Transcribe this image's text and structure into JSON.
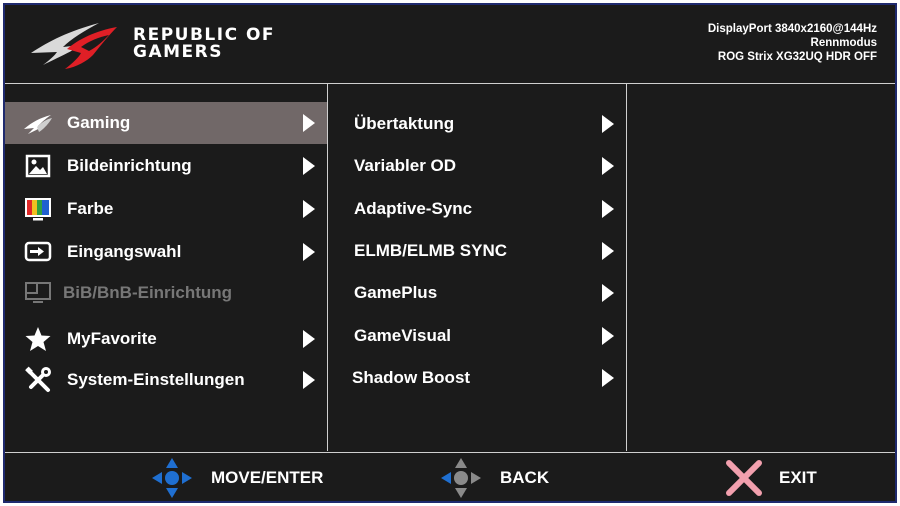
{
  "header": {
    "brand_line1": "REPUBLIC OF",
    "brand_line2": "GAMERS",
    "status_line1": "DisplayPort 3840x2160@144Hz",
    "status_line2": "Rennmodus",
    "status_line3": "ROG Strix XG32UQ HDR OFF"
  },
  "main_menu": [
    {
      "label": "Gaming",
      "icon": "rog-eye-icon",
      "selected": true
    },
    {
      "label": "Bildeinrichtung",
      "icon": "image-icon"
    },
    {
      "label": "Farbe",
      "icon": "color-bars-icon"
    },
    {
      "label": "Eingangswahl",
      "icon": "input-icon"
    },
    {
      "label": "BiB/BnB-Einrichtung",
      "icon": "pip-icon",
      "disabled": true
    },
    {
      "label": "MyFavorite",
      "icon": "star-icon"
    },
    {
      "label": "System-Einstellungen",
      "icon": "tools-icon"
    }
  ],
  "sub_menu": [
    {
      "label": "Übertaktung"
    },
    {
      "label": "Variabler OD"
    },
    {
      "label": "Adaptive-Sync"
    },
    {
      "label": "ELMB/ELMB SYNC"
    },
    {
      "label": "GamePlus"
    },
    {
      "label": "GameVisual"
    },
    {
      "label": "Shadow Boost"
    }
  ],
  "footer": {
    "move_label": "MOVE/ENTER",
    "back_label": "BACK",
    "exit_label": "EXIT"
  },
  "colors": {
    "background": "#1b1b1b",
    "selected": "#716868",
    "frame_border": "#1f2a6e",
    "nav_blue": "#1f6fd1",
    "nav_gray": "#8a8a8a",
    "exit_pink": "#f2a0ae"
  }
}
